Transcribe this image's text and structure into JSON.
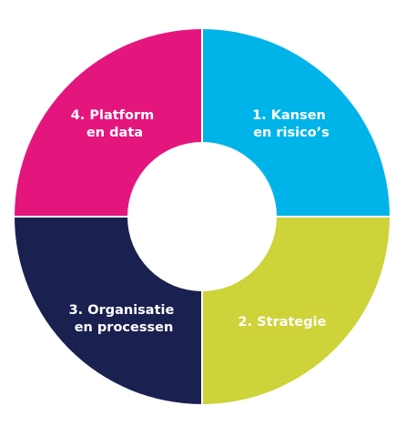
{
  "diagram": {
    "segments": [
      {
        "id": "kansen",
        "lines": [
          "1. Kansen",
          "en risico’s"
        ],
        "color": "#00B4EA"
      },
      {
        "id": "strategie",
        "lines": [
          "2. Strategie"
        ],
        "color": "#CDD339"
      },
      {
        "id": "organisatie",
        "lines": [
          "3. Organisatie",
          "en processen"
        ],
        "color": "#1A2150"
      },
      {
        "id": "platform",
        "lines": [
          "4. Platform",
          "en data"
        ],
        "color": "#E5157E"
      }
    ],
    "ring_border_color": "#ffffff"
  }
}
